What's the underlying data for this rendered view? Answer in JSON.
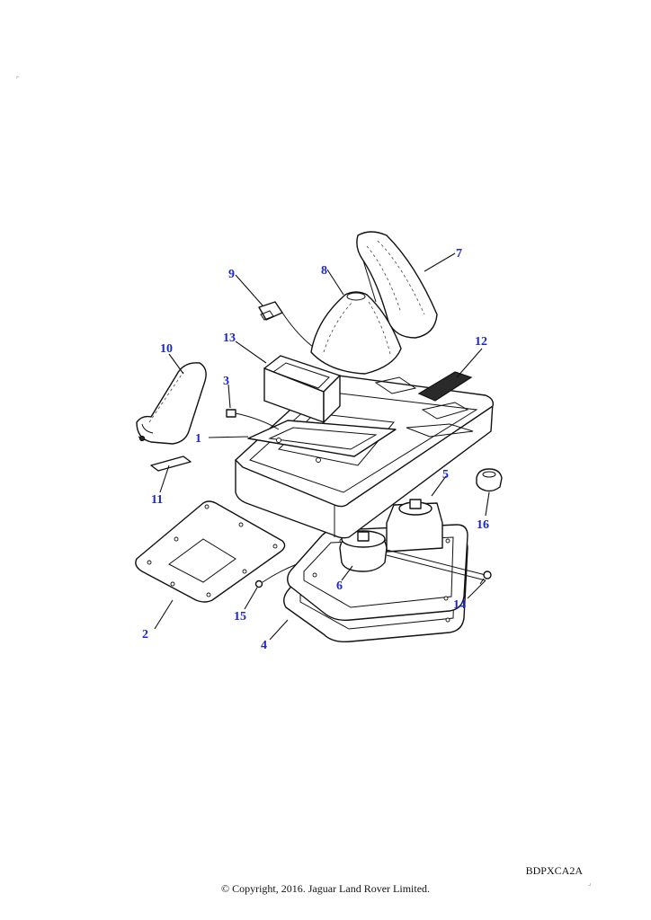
{
  "diagram": {
    "callouts": [
      {
        "id": "c1",
        "label": "1"
      },
      {
        "id": "c2",
        "label": "2"
      },
      {
        "id": "c3",
        "label": "3"
      },
      {
        "id": "c4",
        "label": "4"
      },
      {
        "id": "c5",
        "label": "5"
      },
      {
        "id": "c6",
        "label": "6"
      },
      {
        "id": "c7",
        "label": "7"
      },
      {
        "id": "c8",
        "label": "8"
      },
      {
        "id": "c9",
        "label": "9"
      },
      {
        "id": "c10",
        "label": "10"
      },
      {
        "id": "c11",
        "label": "11"
      },
      {
        "id": "c12",
        "label": "12"
      },
      {
        "id": "c13",
        "label": "13"
      },
      {
        "id": "c14",
        "label": "14"
      },
      {
        "id": "c15",
        "label": "15"
      },
      {
        "id": "c16",
        "label": "16"
      }
    ],
    "colors": {
      "callout": "#1a25d6",
      "line": "#111111",
      "background": "#ffffff"
    }
  },
  "footer": {
    "reference_code": "BDPXCA2A",
    "copyright": "© Copyright, 2016. Jaguar Land Rover Limited."
  }
}
